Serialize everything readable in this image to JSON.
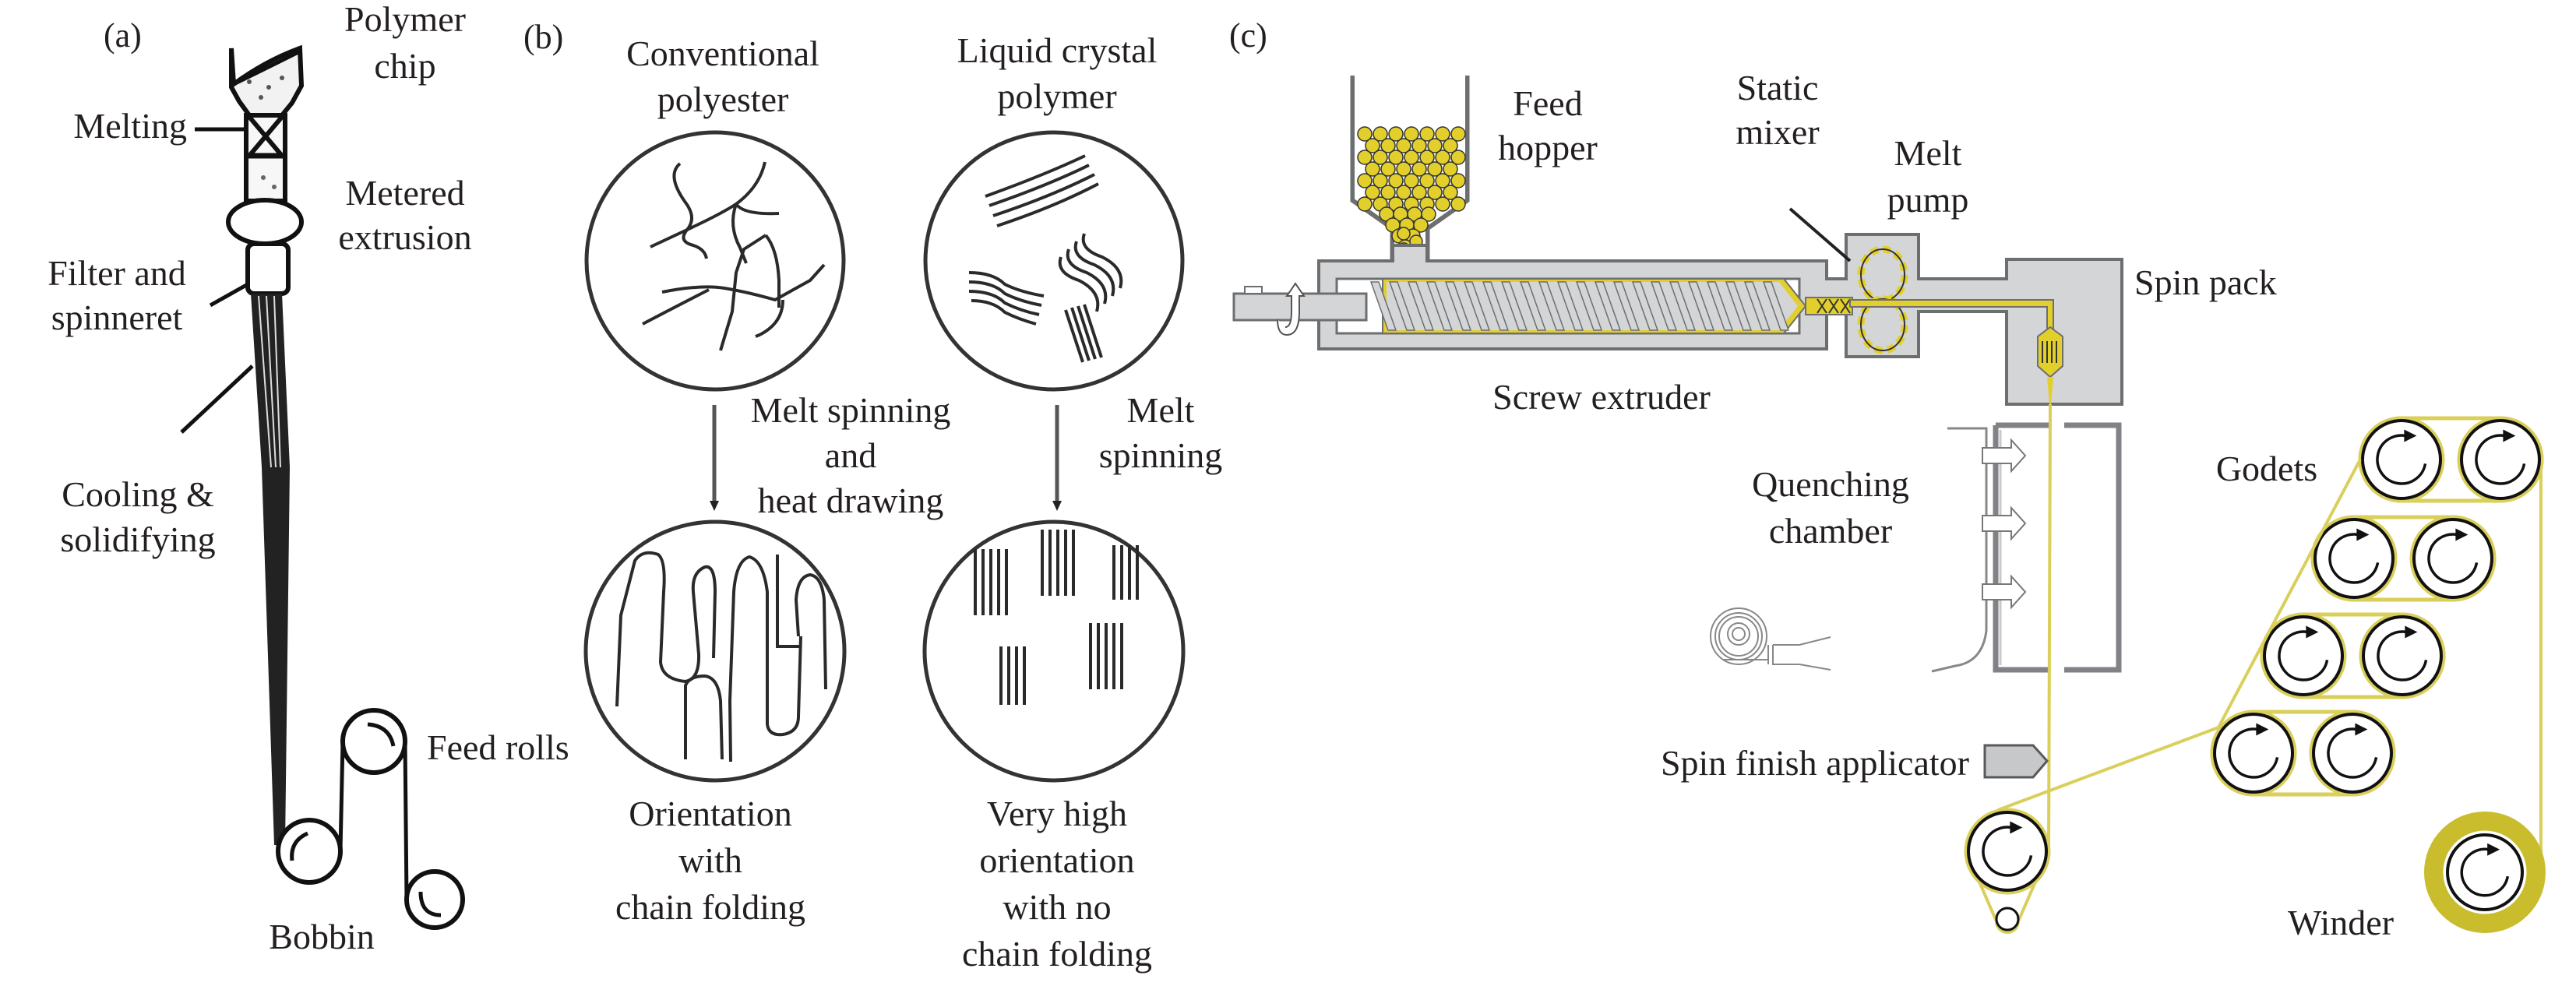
{
  "figure": {
    "panel_a": {
      "tag": "(a)",
      "labels": {
        "polymer_chip": [
          "Polymer",
          "chip"
        ],
        "melting": "Melting",
        "metered_extrusion": [
          "Metered",
          "extrusion"
        ],
        "filter_spinneret": [
          "Filter and",
          "spinneret"
        ],
        "cooling": [
          "Cooling &",
          "solidifying"
        ],
        "feed_rolls": "Feed rolls",
        "bobbin": "Bobbin"
      }
    },
    "panel_b": {
      "tag": "(b)",
      "left_title": [
        "Conventional",
        "polyester"
      ],
      "right_title": [
        "Liquid crystal",
        "polymer"
      ],
      "left_process": [
        "Melt spinning",
        "and",
        "heat drawing"
      ],
      "right_process": [
        "Melt",
        "spinning"
      ],
      "left_result": [
        "Orientation",
        "with",
        "chain folding"
      ],
      "right_result": [
        "Very high",
        "orientation",
        "with no",
        "chain folding"
      ]
    },
    "panel_c": {
      "tag": "(c)",
      "labels": {
        "feed_hopper": [
          "Feed",
          "hopper"
        ],
        "static_mixer": [
          "Static",
          "mixer"
        ],
        "melt_pump": [
          "Melt",
          "pump"
        ],
        "spin_pack": "Spin pack",
        "screw_extruder": "Screw extruder",
        "quenching_chamber": [
          "Quenching",
          "chamber"
        ],
        "godets": "Godets",
        "spin_finish_applicator": "Spin finish applicator",
        "winder": "Winder"
      },
      "colors": {
        "melt": "#e2cf2c",
        "machine_gray": "#d4d5d6",
        "outline": "#6d6e70",
        "yarn": "#d9cf5a",
        "winder_package": "#c9bd2e"
      },
      "godet_pairs": 4
    }
  }
}
